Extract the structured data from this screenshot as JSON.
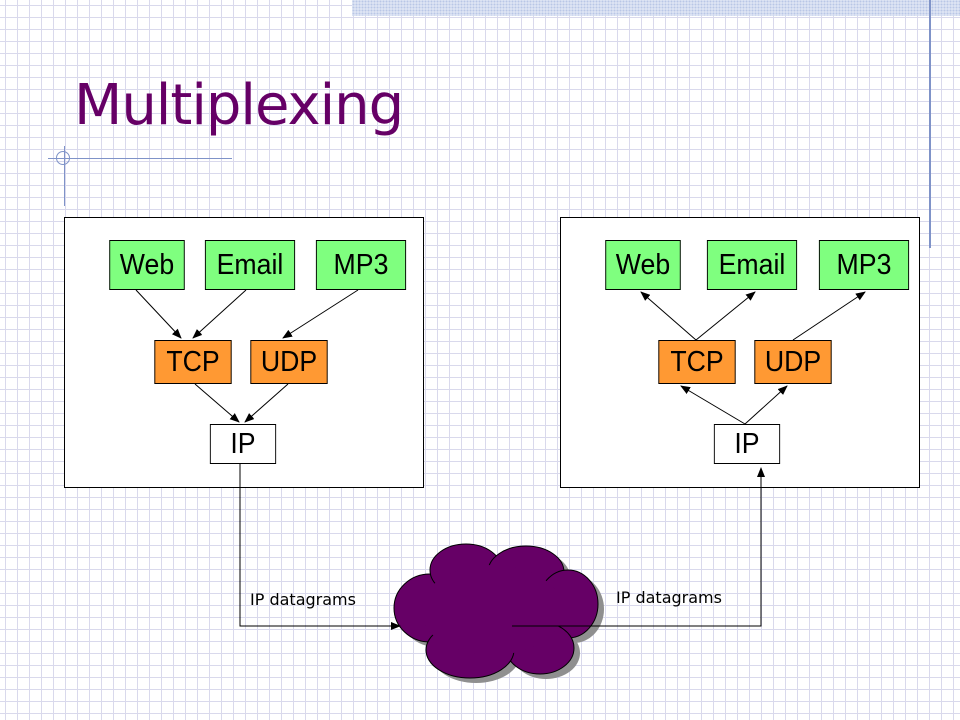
{
  "slide": {
    "title": "Multiplexing"
  },
  "sender": {
    "apps": [
      "Web",
      "Email",
      "MP3"
    ],
    "transports": [
      "TCP",
      "UDP"
    ],
    "network": "IP"
  },
  "receiver": {
    "apps": [
      "Web",
      "Email",
      "MP3"
    ],
    "transports": [
      "TCP",
      "UDP"
    ],
    "network": "IP"
  },
  "link": {
    "left_caption": "IP datagrams",
    "right_caption": "IP datagrams"
  },
  "colors": {
    "title": "#660066",
    "application_layer": "#7fff7f",
    "transport_layer": "#ff9933",
    "cloud": "#660066"
  }
}
